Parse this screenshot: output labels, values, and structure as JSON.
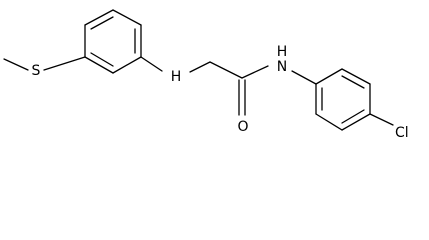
{
  "molecule": {
    "atoms": {
      "sulfur": "S",
      "amine_nh": "H",
      "amide_nh": "H",
      "amide_n": "N",
      "oxygen": "O",
      "chlorine": "Cl"
    }
  }
}
